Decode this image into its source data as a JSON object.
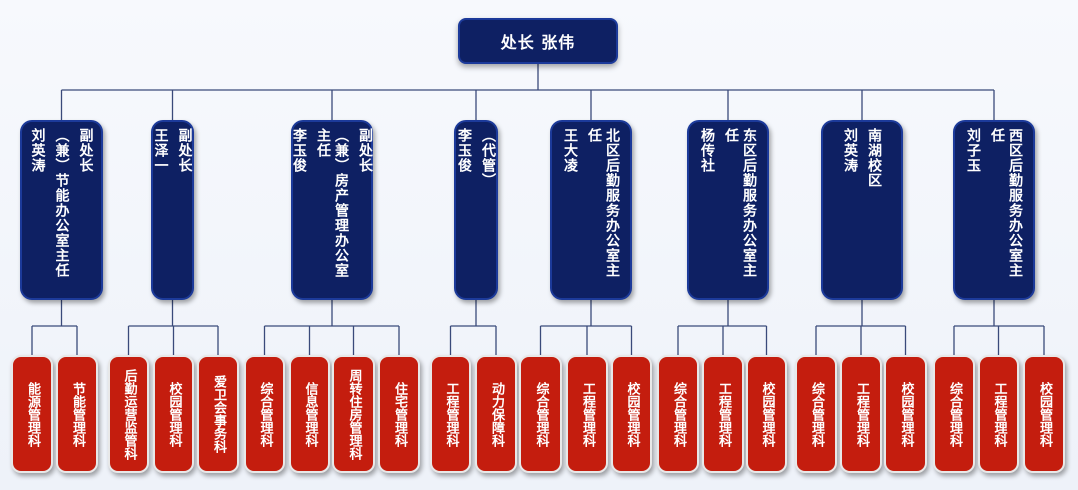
{
  "top": {
    "title": "处长  张伟"
  },
  "units": [
    {
      "id": "u1",
      "lines": [
        "副处长",
        "（兼）节能办公室主任",
        "刘英涛"
      ],
      "depts": [
        [
          "能源管理科"
        ],
        [
          "节能管理科"
        ]
      ]
    },
    {
      "id": "u2",
      "lines": [
        "副处长",
        "王泽一"
      ],
      "depts": [
        [
          "后勤运营监管科"
        ],
        [
          "校园管理科"
        ],
        [
          "爱卫会事务科"
        ]
      ]
    },
    {
      "id": "u3",
      "lines": [
        "副处长",
        "（兼）房产管理办公室主任",
        "李玉俊"
      ],
      "depts": [
        [
          "综合管理科"
        ],
        [
          "信息管理科"
        ],
        [
          "周转住房管理科"
        ],
        [
          "住宅管理科"
        ]
      ]
    },
    {
      "id": "u4",
      "lines": [
        "（代管）",
        "李玉俊"
      ],
      "depts": [
        [
          "工程管理科"
        ],
        [
          "动力保障科"
        ]
      ]
    },
    {
      "id": "u5",
      "lines": [
        "北区后勤服务办公室主任",
        "王大凌"
      ],
      "depts": [
        [
          "综合管理科"
        ],
        [
          "工程管理科"
        ],
        [
          "校园管理科"
        ]
      ]
    },
    {
      "id": "u6",
      "lines": [
        "东区后勤服务办公室主任",
        "杨传社"
      ],
      "depts": [
        [
          "综合管理科"
        ],
        [
          "工程管理科"
        ],
        [
          "校园管理科"
        ]
      ]
    },
    {
      "id": "u7",
      "lines": [
        "南湖校区",
        "刘英涛"
      ],
      "depts": [
        [
          "综合管理科"
        ],
        [
          "工程管理科"
        ],
        [
          "校园管理科"
        ]
      ]
    },
    {
      "id": "u8",
      "lines": [
        "西区后勤服务办公室主任",
        "刘子玉"
      ],
      "depts": [
        [
          "综合管理科"
        ],
        [
          "工程管理科"
        ],
        [
          "校园管理科"
        ]
      ]
    }
  ]
}
